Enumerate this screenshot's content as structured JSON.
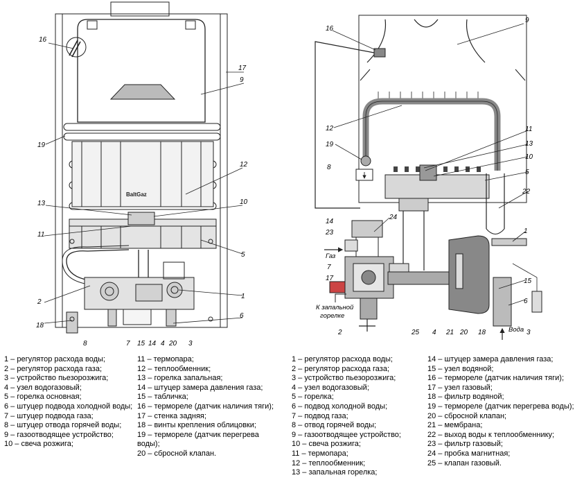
{
  "left_diagram": {
    "callouts": [
      "16",
      "17",
      "9",
      "19",
      "12",
      "13",
      "10",
      "11",
      "5",
      "1",
      "2",
      "18",
      "8",
      "7",
      "15",
      "14",
      "4",
      "20",
      "3",
      "6"
    ],
    "brand": "BaltGaz"
  },
  "right_diagram": {
    "callouts": [
      "16",
      "9",
      "12",
      "19",
      "8",
      "11",
      "13",
      "10",
      "5",
      "22",
      "14",
      "24",
      "23",
      "7",
      "17",
      "1",
      "15",
      "6",
      "2",
      "25",
      "4",
      "21",
      "20",
      "18",
      "3"
    ],
    "gas_label": "Газ",
    "water_label": "Вода",
    "ignition_note_line1": "К запальной",
    "ignition_note_line2": "горелке"
  },
  "legend_left": {
    "column_a": [
      "1 – регулятор расхода воды;",
      "2 – регулятор расхода газа;",
      "3 – устройство пьезорозжига;",
      "4 – узел водогазовый;",
      "5 – горелка основная;",
      "6 – штуцер подвода холодной воды;",
      "7 – штуцер подвода газа;",
      "8 – штуцер отвода горячей воды;",
      "9 – газоотводящее устройство;",
      "10 – свеча розжига;"
    ],
    "column_b": [
      "11 – термопара;",
      "12 – теплообменник;",
      "13 – горелка запальная;",
      "14 – штуцер замера давления газа;",
      "15 – табличка;",
      "16 – термореле (датчик наличия тяги);",
      "17 – стенка задняя;",
      "18 – винты крепления облицовки;",
      "19 – термореле (датчик перегрева воды);",
      "20 – сбросной клапан."
    ]
  },
  "legend_right": {
    "column_a": [
      "1 – регулятор расхода воды;",
      "2 – регулятор расхода газа;",
      "3 – устройство пьезорозжига;",
      "4 – узел водогазовый;",
      "5 – горелка;",
      "6 – подвод холодной воды;",
      "7 – подвод газа;",
      "8 – отвод горячей воды;",
      "9 – газоотводящее устройство;",
      "10 – свеча розжига;",
      "11 – термопара;",
      "12 – теплообменник;",
      "13 – запальная горелка;"
    ],
    "column_b": [
      "14 – штуцер замера давления газа;",
      "15 – узел водяной;",
      "16 – термореле (датчик наличия тяги);",
      "17 – узел газовый;",
      "18 – фильтр водяной;",
      "19 – термореле (датчик перегрева воды);",
      "20 – сбросной клапан;",
      "21 – мембрана;",
      "22 – выход воды к теплообменнику;",
      "23 – фильтр газовый;",
      "24 – пробка магнитная;",
      "25 – клапан газовый."
    ]
  },
  "colors": {
    "line": "#222222",
    "pipe_fill": "#9a9a9a",
    "body_fill": "#dcdcdc",
    "dark_fill": "#555555"
  }
}
